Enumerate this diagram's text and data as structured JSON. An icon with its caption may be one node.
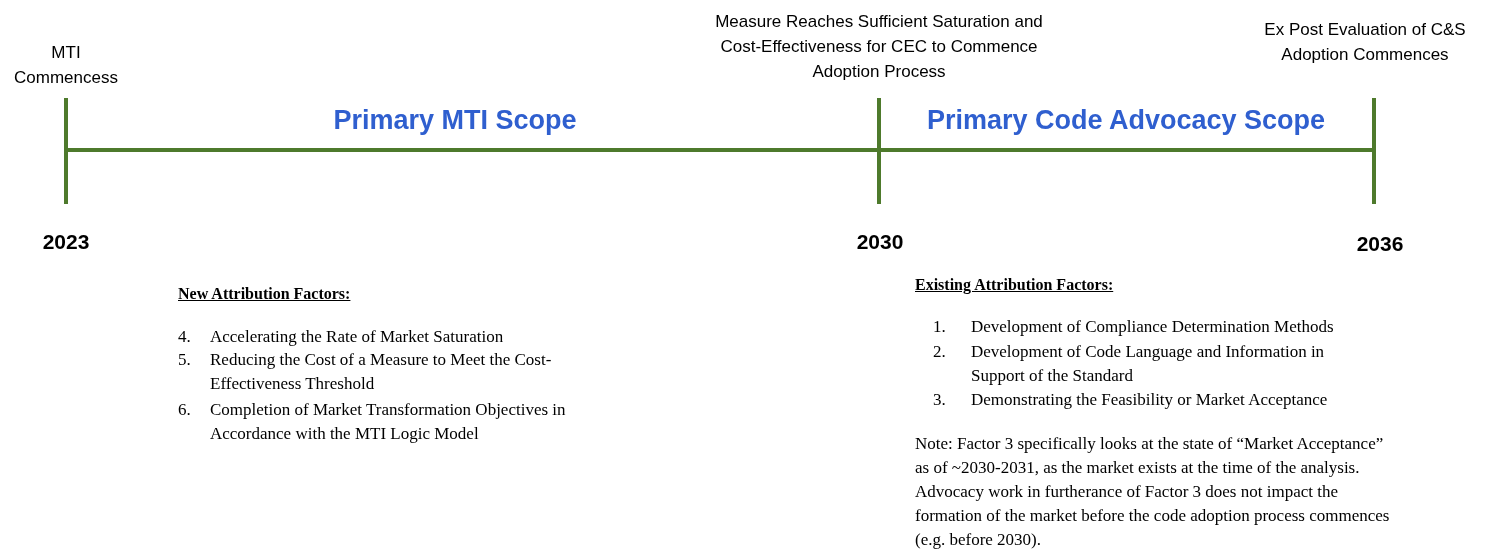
{
  "diagram": {
    "labels": [
      "MTI Commencess",
      "Measure Reaches Sufficient Saturation and Cost-Effectiveness for CEC to Commence Adoption Process",
      "Ex Post Evaluation of C&S Adoption Commences",
      "Primary MTI Scope",
      "Primary Code Advocacy Scope",
      "2023",
      "2030",
      "2036",
      "New Attribution Factors:",
      "Existing Attribution Factors:",
      "4.",
      "Accelerating the Rate of Market Saturation",
      "1.",
      "Development of Compliance Determination Methods",
      "5.",
      "Reducing the Cost of a Measure to Meet the Cost-Effectiveness Threshold",
      "2.",
      "Development of Code Language and Information in Support of the Standard",
      "6.",
      "Completion of Market Transformation Objectives in Accordance with the MTI Logic Model",
      "3.",
      "Demonstrating the Feasibility or Market Acceptance",
      "Note: Factor 3 specifically looks at the state of “Market Acceptance” as of ~2030-2031, as the market exists at the time of the analysis. Advocacy work in furtherance of Factor 3 does not impact the formation of the market before the code adoption process commences (e.g. before 2030)."
    ]
  }
}
